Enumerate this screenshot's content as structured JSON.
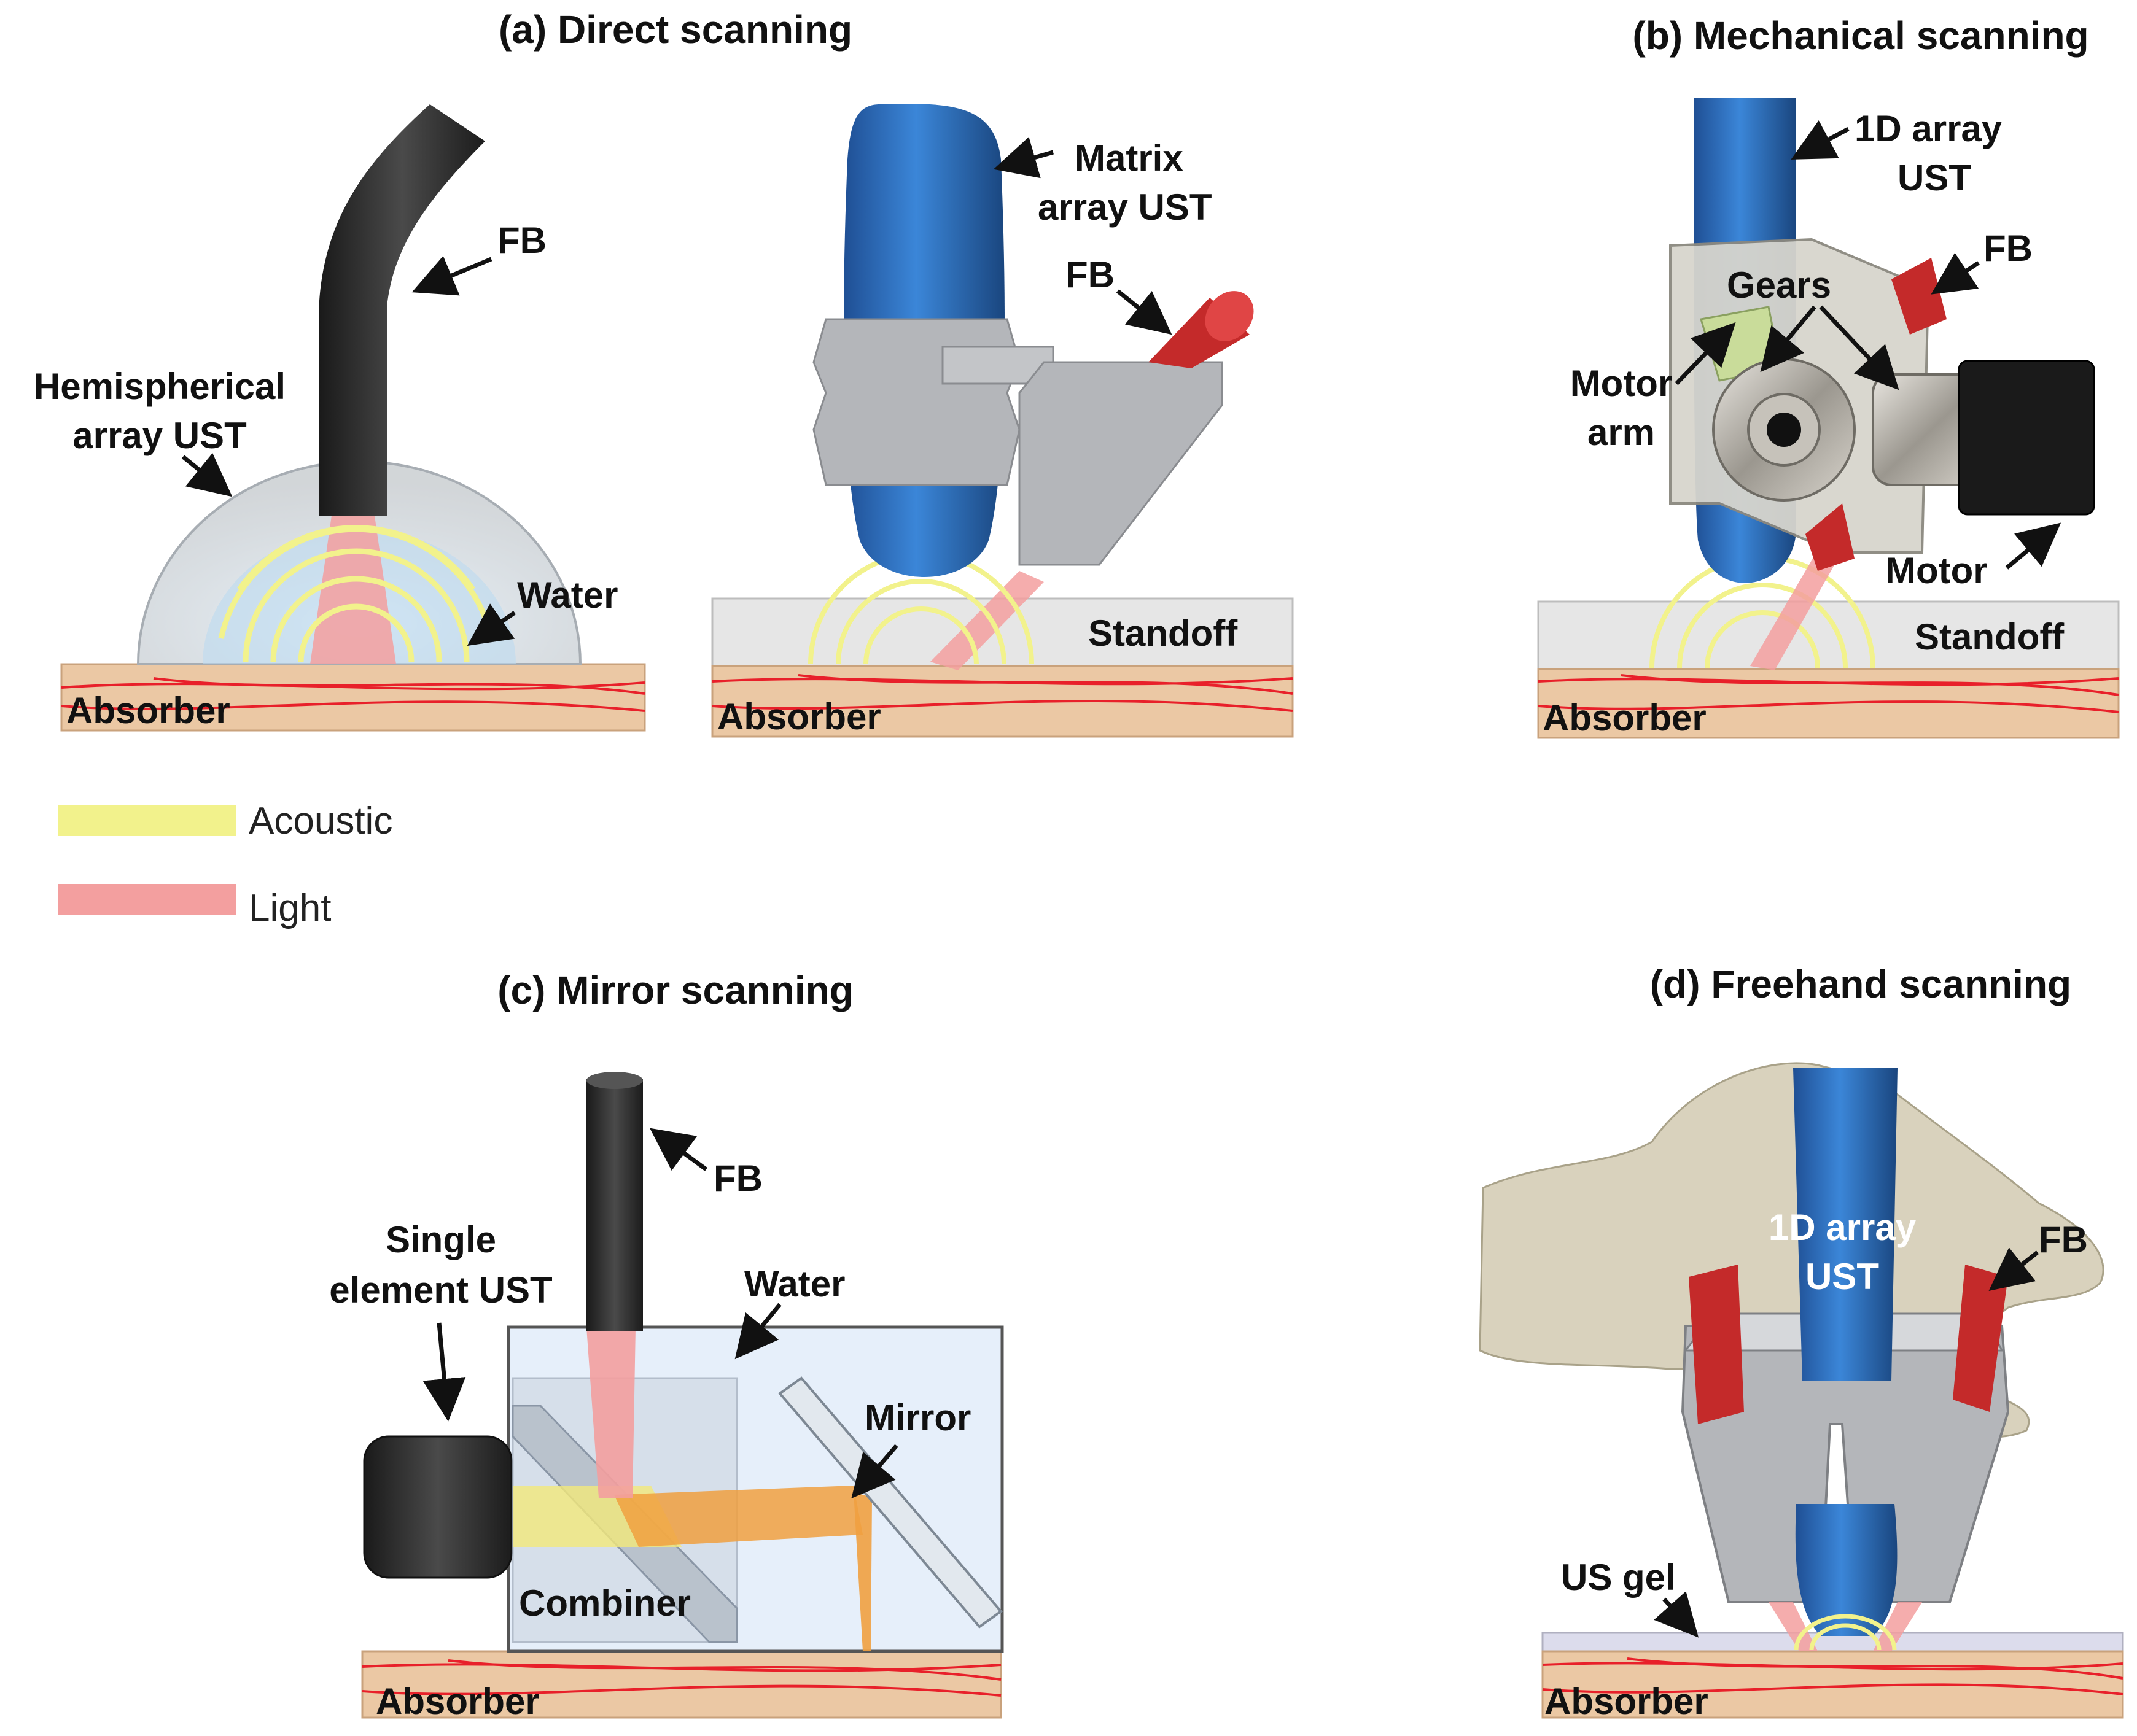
{
  "colors": {
    "tissue": "#ebc8a4",
    "vessel": "#e8202a",
    "acoustic": "#f2f28c",
    "light": "#f39f9f",
    "probe_blue": "#2a6cc0",
    "fiber_dark": "#2b2b2b",
    "holder_gray": "#b4b6ba",
    "fiber_red": "#c42a2a"
  },
  "panels": {
    "a": {
      "title": "(a) Direct scanning",
      "fb": "FB",
      "hemi_line1": "Hemispherical",
      "hemi_line2": "array UST",
      "water": "Water",
      "absorber": "Absorber",
      "matrix_line1": "Matrix",
      "matrix_line2": "array UST",
      "fb2": "FB",
      "standoff": "Standoff",
      "absorber2": "Absorber"
    },
    "b": {
      "title": "(b) Mechanical scanning",
      "array_line1": "1D array",
      "array_line2": "UST",
      "fb": "FB",
      "gears": "Gears",
      "motor_arm_line1": "Motor",
      "motor_arm_line2": "arm",
      "motor": "Motor",
      "standoff": "Standoff",
      "absorber": "Absorber"
    },
    "c": {
      "title": "(c) Mirror scanning",
      "fb": "FB",
      "single_line1": "Single",
      "single_line2": "element UST",
      "water": "Water",
      "mirror": "Mirror",
      "combiner": "Combiner",
      "absorber": "Absorber"
    },
    "d": {
      "title": "(d) Freehand scanning",
      "array_line1": "1D array",
      "array_line2": "UST",
      "fb": "FB",
      "gel": "US gel",
      "absorber": "Absorber"
    }
  },
  "legend": {
    "acoustic": "Acoustic",
    "light": "Light"
  }
}
